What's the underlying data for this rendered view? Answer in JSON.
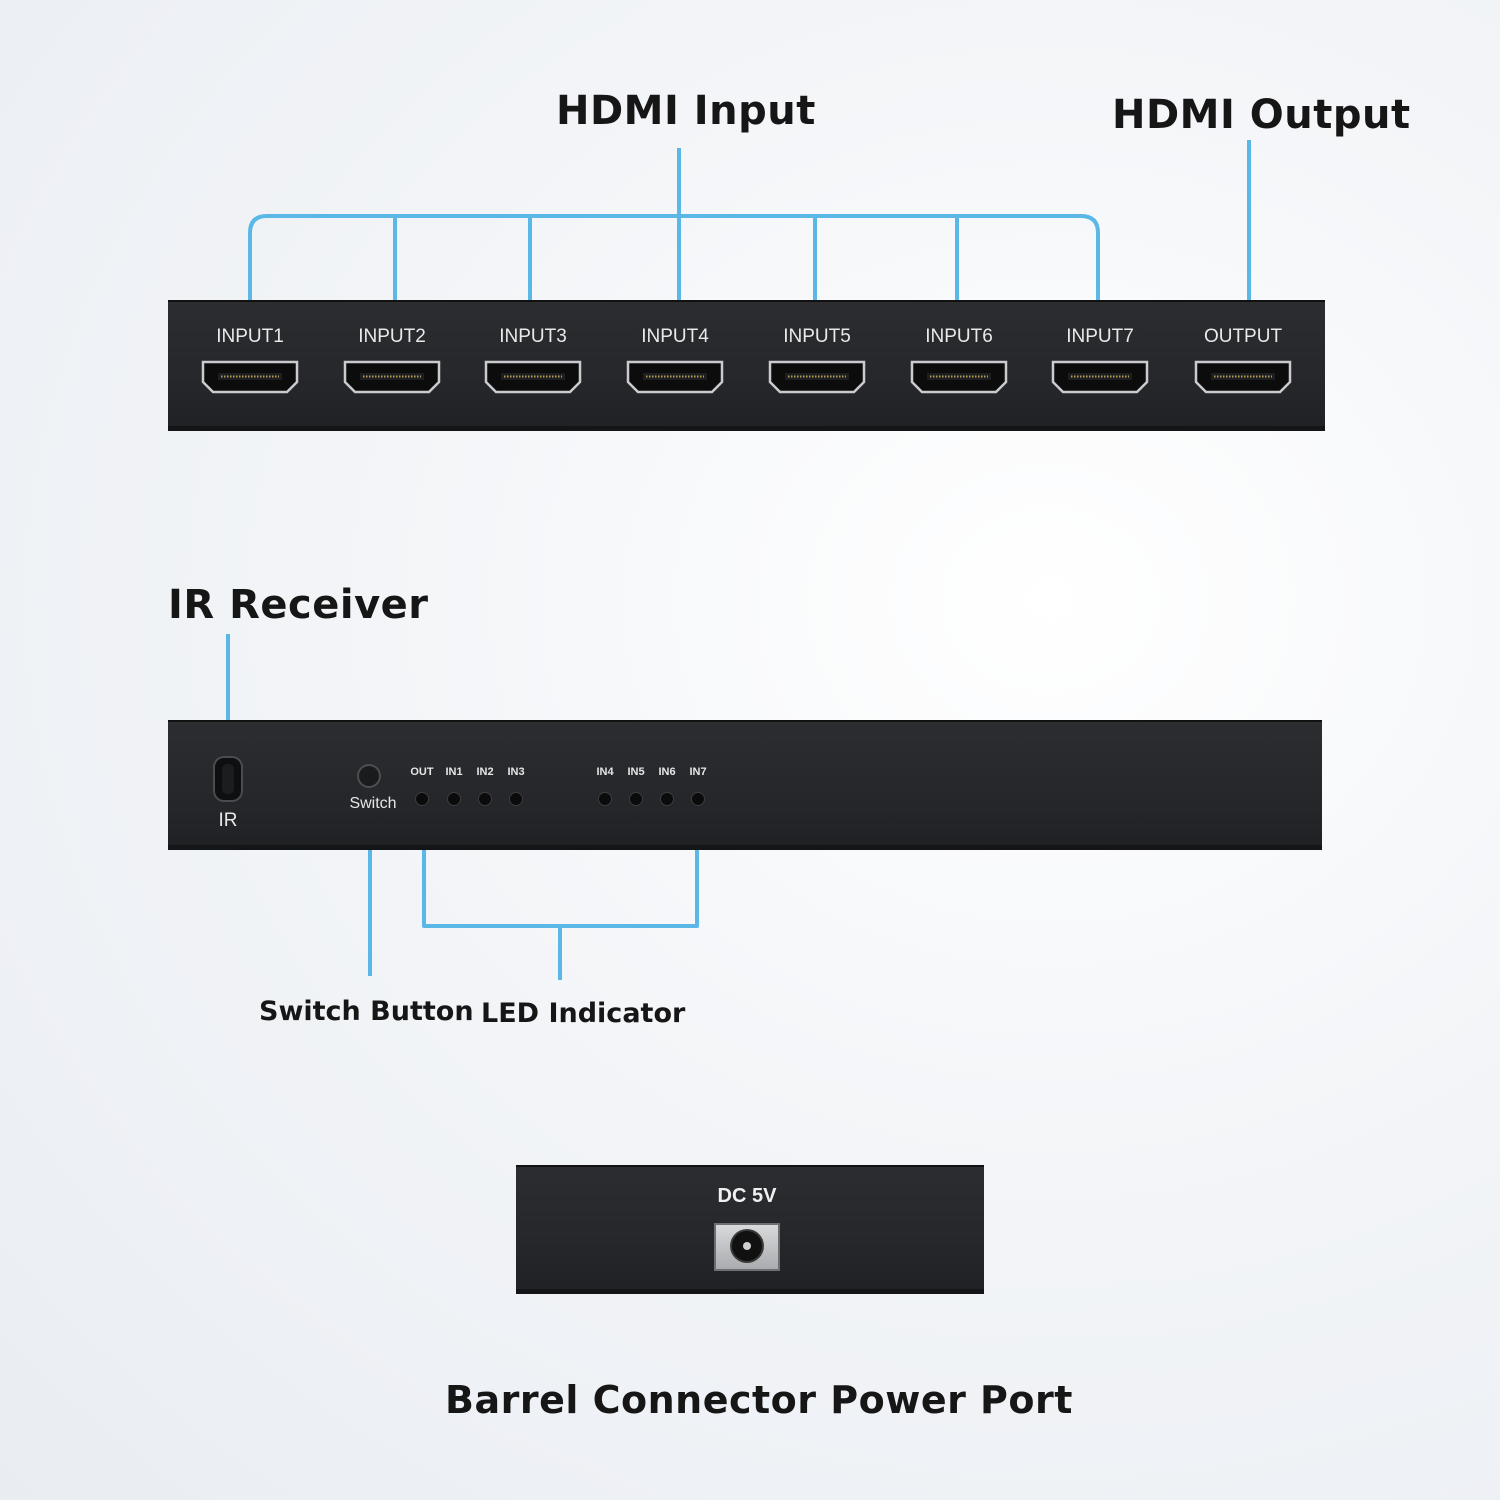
{
  "callouts": {
    "hdmi_input": "HDMI Input",
    "hdmi_output": "HDMI Output",
    "ir_receiver": "IR Receiver",
    "switch_button": "Switch Button",
    "led_indicator": "LED Indicator",
    "power_port": "Barrel Connector Power Port"
  },
  "back_panel": {
    "ports": [
      {
        "label": "INPUT1"
      },
      {
        "label": "INPUT2"
      },
      {
        "label": "INPUT3"
      },
      {
        "label": "INPUT4"
      },
      {
        "label": "INPUT5"
      },
      {
        "label": "INPUT6"
      },
      {
        "label": "INPUT7"
      },
      {
        "label": "OUTPUT"
      }
    ]
  },
  "front_panel": {
    "ir_label": "IR",
    "switch_label": "Switch",
    "led_labels": [
      "OUT",
      "IN1",
      "IN2",
      "IN3",
      "IN4",
      "IN5",
      "IN6",
      "IN7"
    ]
  },
  "power_panel": {
    "label": "DC 5V"
  },
  "colors": {
    "leader_line": "#5bb8e6",
    "panel": "#26282c",
    "background": "#eef1f5"
  }
}
